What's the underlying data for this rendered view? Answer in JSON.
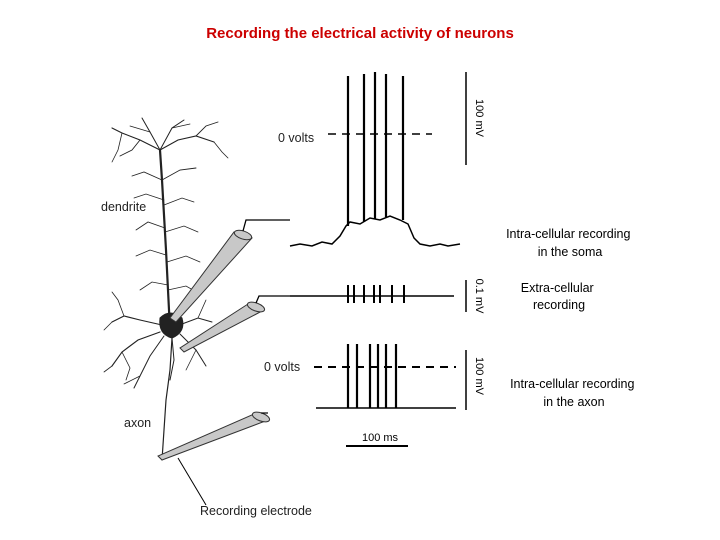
{
  "title": "Recording the electrical activity of neurons",
  "labels": {
    "dendrite": "dendrite",
    "axon": "axon",
    "electrode": "Recording electrode",
    "zero_volts_top": "0 volts",
    "zero_volts_bottom": "0 volts",
    "soma_recording": [
      "Intra-cellular recording",
      "in the soma"
    ],
    "extra_recording": [
      "Extra-cellular",
      "recording"
    ],
    "axon_recording": [
      "Intra-cellular recording",
      "in the axon"
    ]
  },
  "scale_bars": {
    "top_vertical": "100 mV",
    "middle_vertical": "0.1 mV",
    "bottom_vertical": "100 mV",
    "time": "100 ms"
  },
  "colors": {
    "title": "#cc0000",
    "trace": "#000000",
    "electrode": "#c8c8c8"
  }
}
